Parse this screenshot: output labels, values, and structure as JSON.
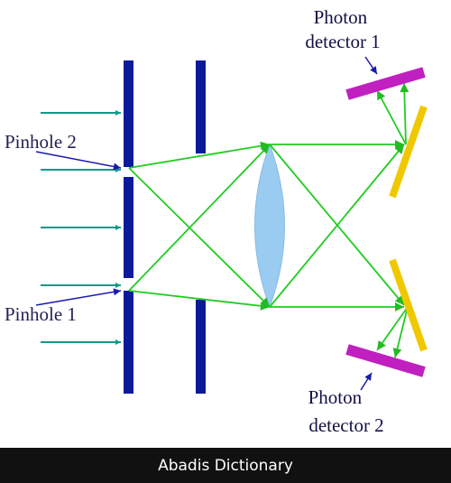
{
  "labels": {
    "pinhole_2": "Pinhole 2",
    "pinhole_1": "Pinhole 1",
    "photon_detector_1": [
      "Photon",
      "detector 1"
    ],
    "photon_detector_2": [
      "Photon",
      "detector 2"
    ]
  },
  "footer": {
    "text": "Abadis Dictionary"
  },
  "colors": {
    "barrier": "#0a1a9a",
    "incoming_arrow": "#119988",
    "ray": "#22cc22",
    "lens": "#99ccf0",
    "mirror": "#f0c800",
    "detector": "#c020c0",
    "pointer": "#1a1aaa",
    "footer_bg": "#111111"
  }
}
